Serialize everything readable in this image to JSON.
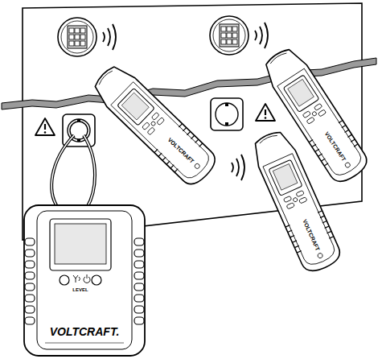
{
  "diagram": {
    "labels": [
      "VOLTCRAFT.",
      "LEVEL",
      "VOLTCRAFT",
      "VOLTCRAFT",
      "VOLTCRAFT"
    ]
  }
}
